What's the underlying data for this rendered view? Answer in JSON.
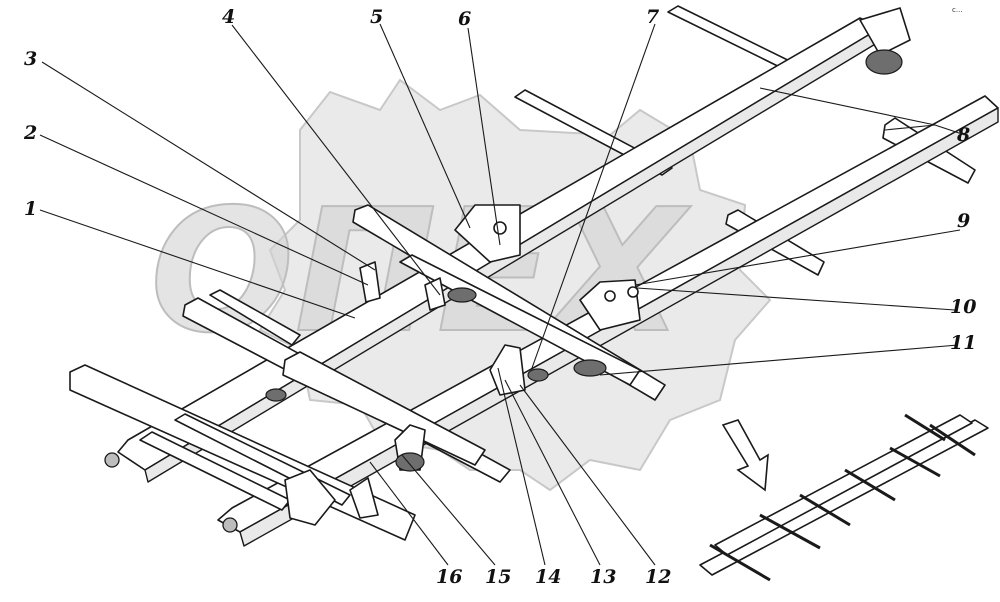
{
  "diagram": {
    "watermark_text": "ОПЕХ",
    "corner_mark": "с...",
    "callouts": [
      {
        "id": "1",
        "label": "1"
      },
      {
        "id": "2",
        "label": "2"
      },
      {
        "id": "3",
        "label": "3"
      },
      {
        "id": "4",
        "label": "4"
      },
      {
        "id": "5",
        "label": "5"
      },
      {
        "id": "6",
        "label": "6"
      },
      {
        "id": "7",
        "label": "7"
      },
      {
        "id": "8",
        "label": "8"
      },
      {
        "id": "9",
        "label": "9"
      },
      {
        "id": "10",
        "label": "10"
      },
      {
        "id": "11",
        "label": "11"
      },
      {
        "id": "12",
        "label": "12"
      },
      {
        "id": "13",
        "label": "13"
      },
      {
        "id": "14",
        "label": "14"
      },
      {
        "id": "15",
        "label": "15"
      },
      {
        "id": "16",
        "label": "16"
      }
    ]
  }
}
